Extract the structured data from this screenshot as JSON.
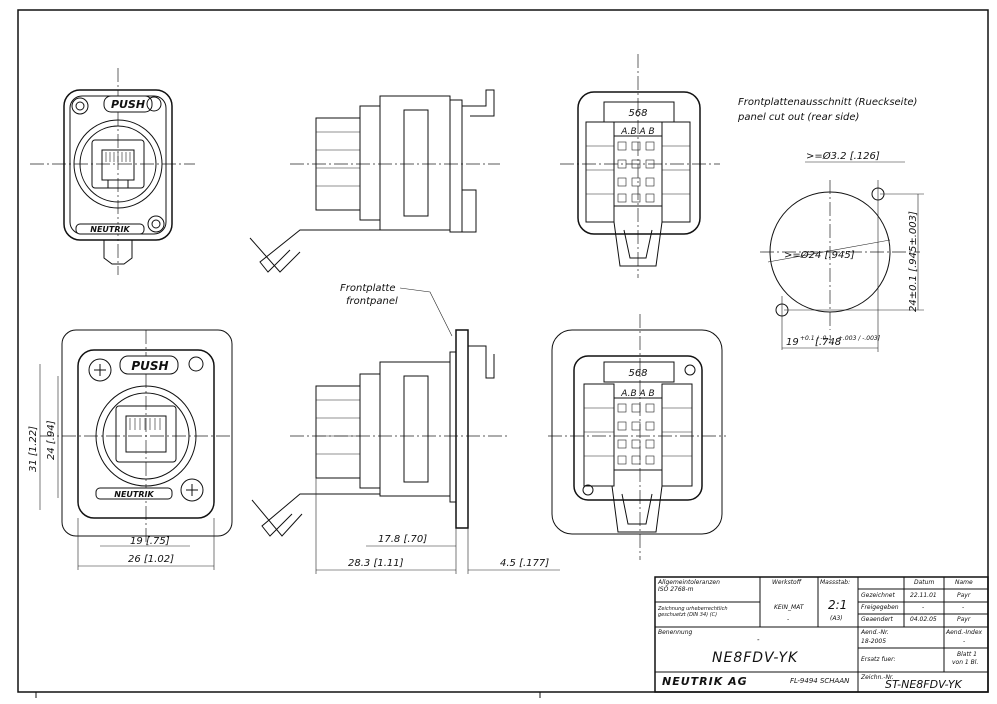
{
  "views": {
    "label_push_1": "PUSH",
    "label_push_2": "PUSH",
    "logo_text_1": "NEUTRIK",
    "logo_text_2": "NEUTRIK",
    "pin_label_top_1": "568",
    "pin_label_top_2": "568",
    "pin_labels_1": "A.B A B",
    "pin_labels_2": "A.B A B",
    "frontpanel_de": "Frontplatte",
    "frontpanel_en": "frontpanel"
  },
  "cutout": {
    "title_de": "Frontplattenausschnitt (Rueckseite)",
    "title_en": "panel cut out (rear side)",
    "dim_hole": ">=Ø3.2 [.126]",
    "dim_circle": ">=Ø24 [.945]",
    "dim_height": "24±0.1 [.945±.003]",
    "dim_width": "19",
    "dim_width_tol": "+0.1 / -0.1",
    "dim_width_in": "[.748",
    "dim_width_in_tol": "+.003 / -.003]"
  },
  "dimensions": {
    "d31": "31 [1.22]",
    "d24": "24 [.94]",
    "d19": "19 [.75]",
    "d26": "26 [1.02]",
    "d178": "17.8 [.70]",
    "d283": "28.3 [1.11]",
    "d45": "4.5 [.177]"
  },
  "title_block": {
    "tolerances": "Allgemeintoleranzen",
    "iso": "ISO 2768-m",
    "copyright_1": "Zeichnung urheberrechtlich",
    "copyright_2": "geschuetzt (DIN 34) (C)",
    "werkstoff": "Werkstoff",
    "material": "KEIN_MAT",
    "material_dash": "-",
    "massstab": "Massstab:",
    "scale": "2:1",
    "paper": "(A3)",
    "datum": "Datum",
    "name": "Name",
    "gezeichnet": "Gezeichnet",
    "gez_date": "22.11.01",
    "gez_name": "Payr",
    "freigegeben": "Freigegeben",
    "frei_date": "-",
    "frei_name": "-",
    "geaendert": "Geaendert",
    "gea_date": "04.02.05",
    "gea_name": "Payr",
    "benennung": "Benennung",
    "benennung_dash": "-",
    "product": "NE8FDV-YK",
    "aend_nr": "Aend.-Nr.",
    "aend_val": "18-2005",
    "aend_index": "Aend.-Index",
    "aend_index_val": "-",
    "ersatz": "Ersatz fuer:",
    "blatt_1": "Blatt 1",
    "blatt_2": "von 1 Bl.",
    "company_logo": "NEUTRIK AG",
    "company_addr": "FL-9494 SCHAAN",
    "zeichn_nr": "Zeichn.-Nr.",
    "drawing_no": "ST-NE8FDV-YK"
  }
}
